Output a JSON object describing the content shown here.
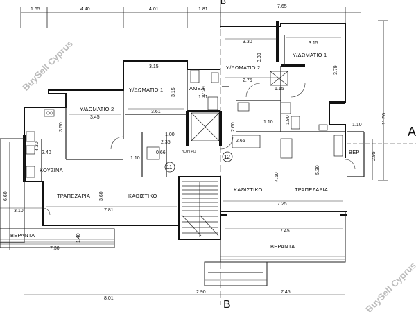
{
  "watermark": "BuySell Cyprus",
  "section_marker": "B",
  "side_marker": "A",
  "rooms": {
    "bedroom1_left": "Υ/ΔΩΜΑΤΙΟ 1",
    "bedroom2_left": "Υ/ΔΩΜΑΤΙΟ 2",
    "bathroom_left": "ΑΜΕΑ",
    "kitchen_left": "ΚΟΥΖΙΝΑ",
    "dining_left": "ΤΡΑΠΕΖΑΡΙΑ",
    "living_left": "ΚΑΘΙΣΤΙΚΟ",
    "veranda_left": "ΒΕΡΑΝΤΑ",
    "bedroom2_right": "Υ/ΔΩΜΑΤΙΟ 2",
    "bedroom1_right": "Υ/ΔΩΜΑΤΙΟ 1",
    "living_right": "ΚΑΘΙΣΤΙΚΟ",
    "dining_right": "ΤΡΑΠΕΖΑΡΙΑ",
    "veranda_right": "ΒΕΡΑΝΤΑ",
    "veranda_small": "ΒΕΡ",
    "bath_small": "ΛΟΥΤΡΟ"
  },
  "unit_numbers": {
    "left": "11",
    "right": "12"
  },
  "dimensions": {
    "top": [
      "1.65",
      "4.40",
      "4.01",
      "1.81",
      "7.65"
    ],
    "bottom": [
      "8.01",
      "2.90",
      "7.45"
    ],
    "right_total": "11.50",
    "right_2_95": "2.95",
    "left_6_60": "6.60",
    "inner": {
      "d_3_30": "3.30",
      "d_3_15a": "3.15",
      "d_3_39": "3.39",
      "d_3_79": "3.79",
      "d_2_75": "2.75",
      "d_1_15": "1.15",
      "d_3_15b": "3.15",
      "d_3_15c": "3.15",
      "d_2_20": "2.20",
      "d_1_91": "1.91",
      "d_3_61": "3.61",
      "d_3_45": "3.45",
      "d_3_50": "3.50",
      "d_4_30": "4.30",
      "d_2_40": "2.40",
      "d_1_10a": "1.10",
      "d_2_60": "2.60",
      "d_1_10b": "1.10",
      "d_1_90": "1.90",
      "d_1_10c": "1.10",
      "d_2_65": "2.65",
      "d_2_35": "2.35",
      "d_1_00": "1.00",
      "d_0_66": "0.66",
      "d_3_60": "3.60",
      "d_7_81": "7.81",
      "d_3_10": "3.10",
      "d_7_30": "7.30",
      "d_1_40": "1.40",
      "d_4_50": "4.50",
      "d_5_30": "5.30",
      "d_7_25": "7.25",
      "d_7_45": "7.45"
    }
  }
}
